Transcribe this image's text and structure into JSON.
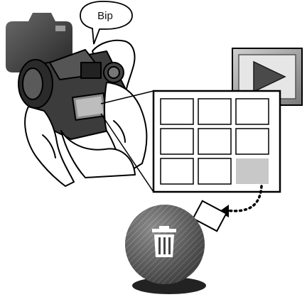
{
  "speech_bubble": {
    "text": "Bip"
  },
  "icons": {
    "camera_mode": "camera-icon",
    "playback_mode": "play-icon",
    "delete": "trash-icon"
  },
  "thumbnail_grid": {
    "rows": 3,
    "cols": 3,
    "selected_index": 8
  },
  "colors": {
    "icon_dark": "#3a3a3a",
    "icon_light": "#bdbdbd",
    "selected_thumb": "#c8c8c8",
    "outline": "#000000"
  }
}
